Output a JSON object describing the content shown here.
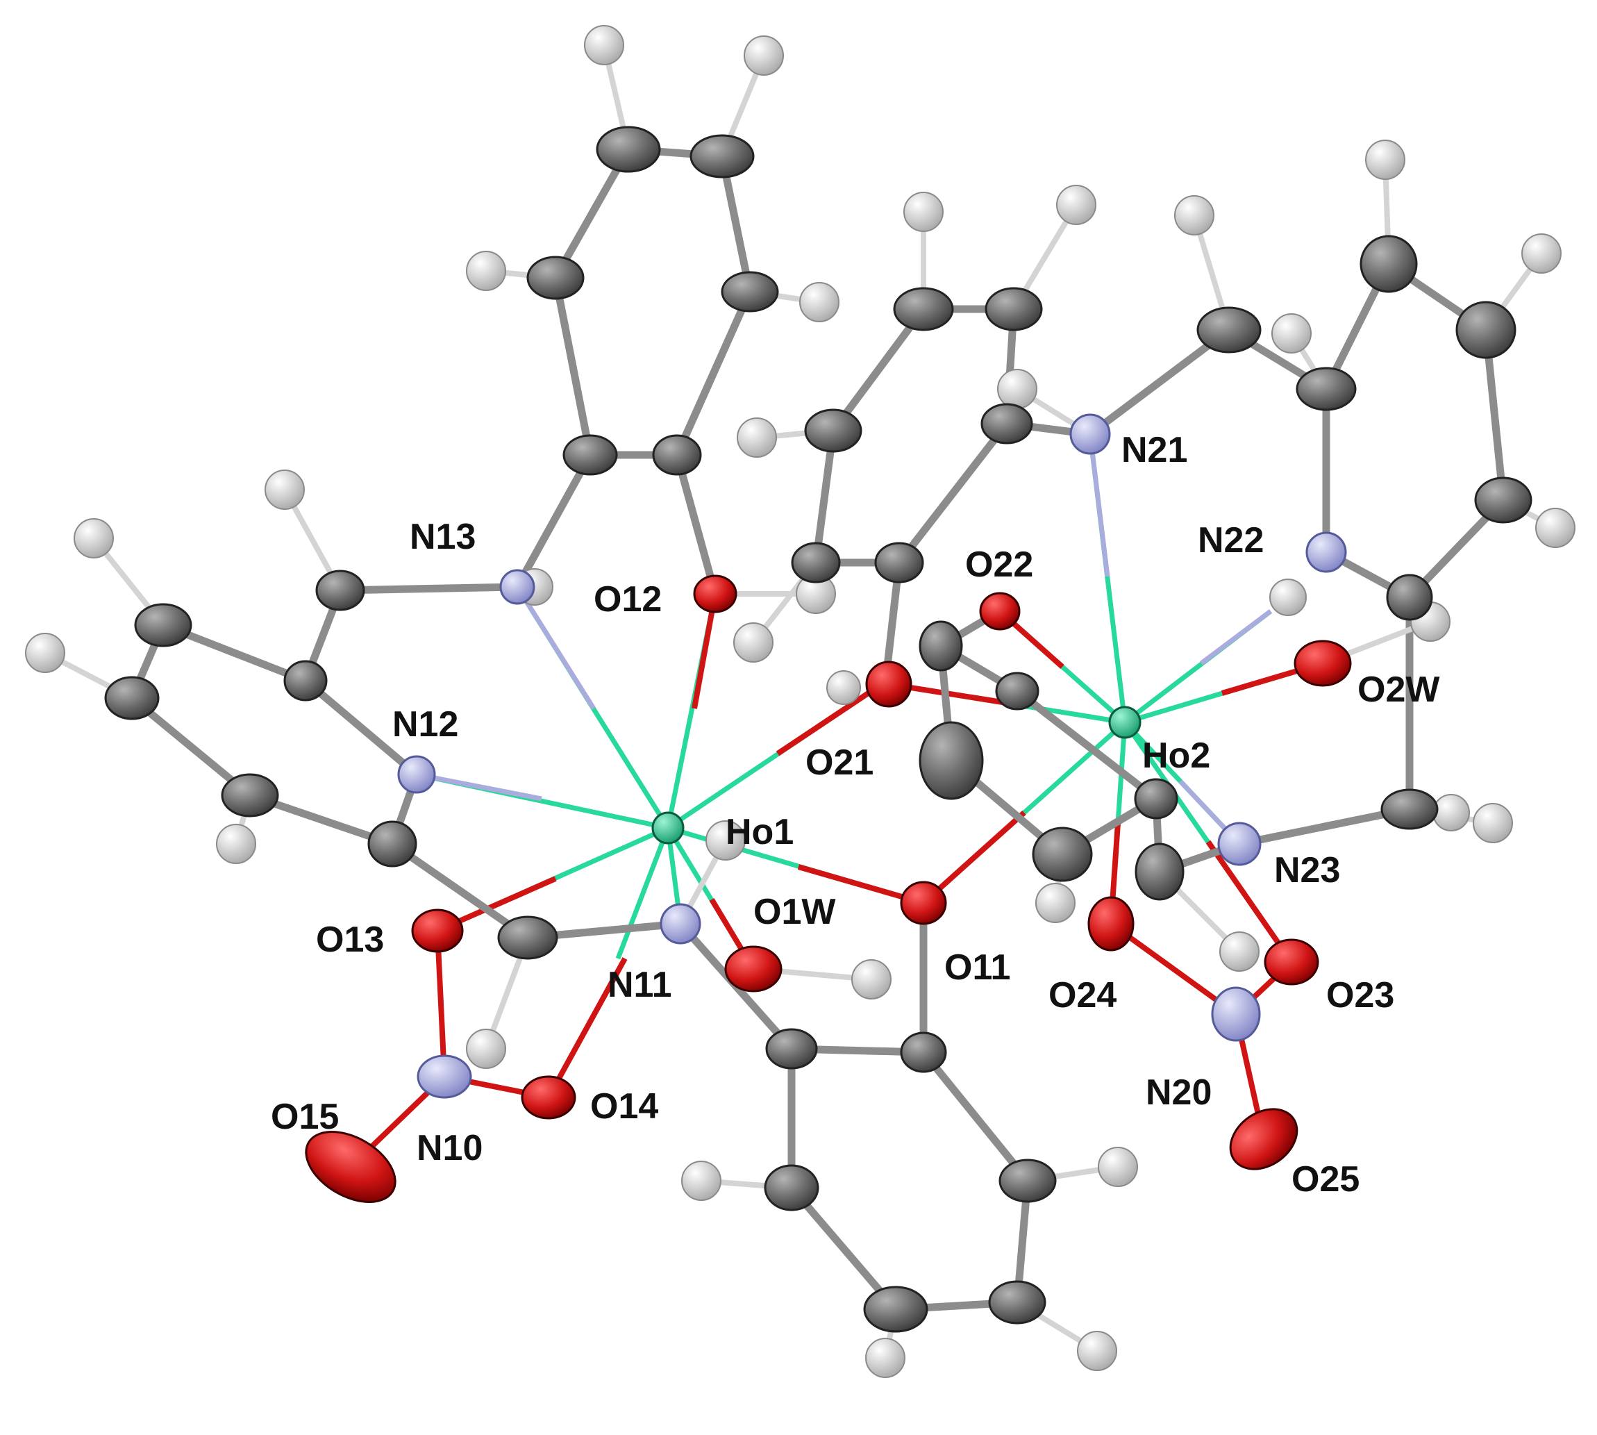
{
  "colors": {
    "carbon": "#6e6e6e",
    "hydrogen": "#d4d4d4",
    "nitrogen": "#a9acdc",
    "oxygen": "#d01414",
    "holmium": "#27d99a",
    "bond_grey": "#8c8c8c",
    "bond_ho": "#3fe0b0",
    "bond_red": "#d8161a",
    "bond_n": "#a4a6de"
  },
  "atom_labels": {
    "ho1": "Ho1",
    "ho2": "Ho2",
    "n10": "N10",
    "n11": "N11",
    "n12": "N12",
    "n13": "N13",
    "n20": "N20",
    "n21": "N21",
    "n22": "N22",
    "n23": "N23",
    "o11": "O11",
    "o12": "O12",
    "o13": "O13",
    "o14": "O14",
    "o15": "O15",
    "o21": "O21",
    "o22": "O22",
    "o23": "O23",
    "o24": "O24",
    "o25": "O25",
    "o1w": "O1W",
    "o2w": "O2W"
  }
}
